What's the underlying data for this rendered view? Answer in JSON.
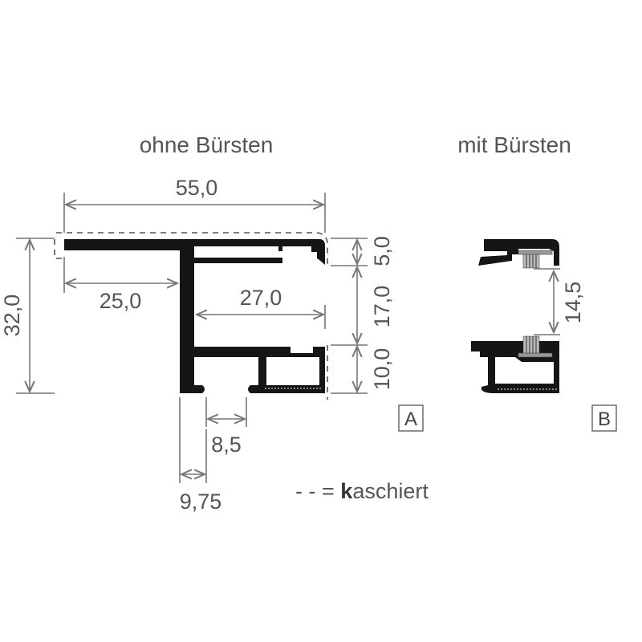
{
  "titles": {
    "without_brushes": "ohne Bürsten",
    "with_brushes": "mit Bürsten"
  },
  "dimensions": {
    "total_width": "55,0",
    "total_height": "32,0",
    "left_flange": "25,0",
    "inner_width": "27,0",
    "top_section": "5,0",
    "middle_section": "17,0",
    "bottom_section": "10,0",
    "slot_width": "8,5",
    "slot_offset": "9,75",
    "brush_gap": "14,5"
  },
  "legend": {
    "symbol": "- - =",
    "bold_letter": "k",
    "rest": "aschiert"
  },
  "labels": {
    "profile_a": "A",
    "profile_b": "B"
  },
  "colors": {
    "profile": "#151515",
    "dimension": "#777777",
    "text": "#555555"
  }
}
